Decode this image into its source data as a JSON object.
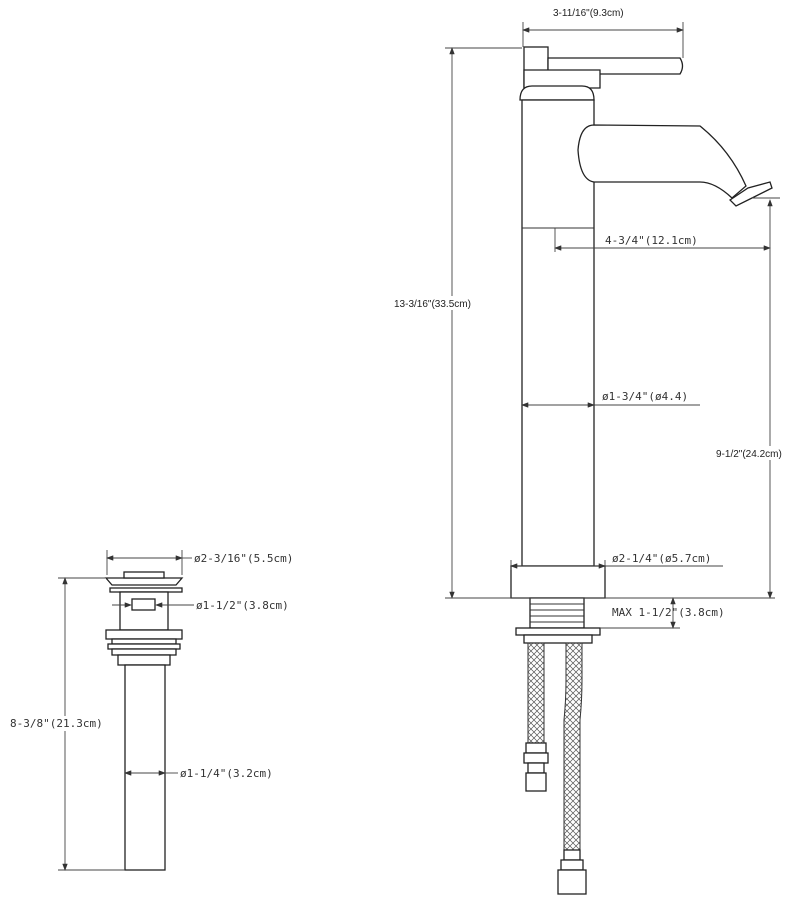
{
  "faucet": {
    "handle_width": "3-11/16\"(9.3cm)",
    "total_height": "13-3/16\"(33.5cm)",
    "spout_reach": "4-3/4\"(12.1cm)",
    "body_diameter": "ø1-3/4\"(ø4.4)",
    "spout_height": "9-1/2\"(24.2cm)",
    "base_diameter": "ø2-1/4\"(ø5.7cm)",
    "max_deck_thickness": "MAX 1-1/2\"(3.8cm)"
  },
  "drain": {
    "flange_diameter": "ø2-3/16\"(5.5cm)",
    "body_diameter": "ø1-1/2\"(3.8cm)",
    "total_height": "8-3/8\"(21.3cm)",
    "tailpiece_diameter": "ø1-1/4\"(3.2cm)"
  }
}
